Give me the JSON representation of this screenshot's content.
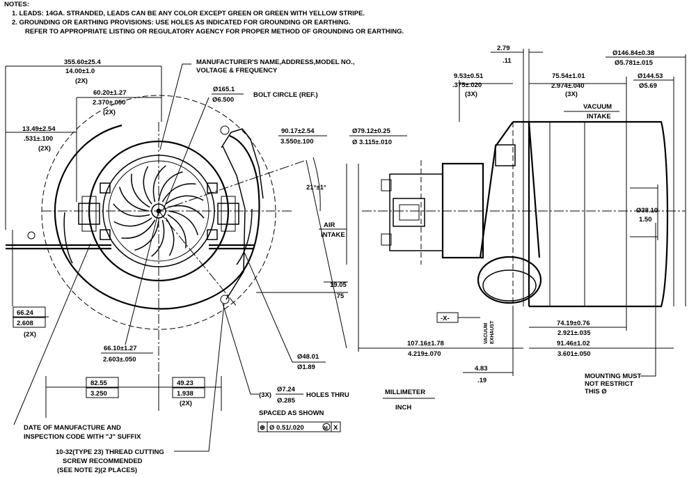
{
  "notes": {
    "header": "NOTES:",
    "line1": "1. LEADS: 14GA. STRANDED, LEADS CAN BE ANY COLOR EXCEPT GREEN OR GREEN WITH YELLOW STRIPE.",
    "line2": "2. GROUNDING OR EARTHING PROVISIONS: USE HOLES AS INDICATED FOR GROUNDING OR EARTHING.",
    "line3": "REFER TO APPROPRIATE LISTING OR REGULATORY AGENCY FOR PROPER METHOD OF GROUNDING OR EARTHING."
  },
  "front_view": {
    "dim_overall_mm": "355.60±25.4",
    "dim_overall_in": "14.00±1.0",
    "dim_overall_qty": "(2X)",
    "dim_lead_mm": "60.20±1.27",
    "dim_lead_in": "2.370±.050",
    "dim_lead_qty": "(2X)",
    "dim_strip_mm": "13.49±2.54",
    "dim_strip_in": ".531±.100",
    "dim_strip_qty": "(2X)",
    "mfr_label_1": "MANUFACTURER'S NAME,ADDRESS,MODEL NO.,",
    "mfr_label_2": "VOLTAGE & FREQUENCY",
    "bolt_circle_mm": "ø165.1",
    "bolt_circle_in": "ø6.500",
    "bolt_circle_label": "BOLT CIRCLE (REF.)",
    "dim_offset_mm": "90.17±2.54",
    "dim_offset_in": "3.550±.100",
    "angle": "21°±1°",
    "air_intake_1": "AIR",
    "air_intake_2": "INTAKE",
    "dim_exhaust_mm": "19.05",
    "dim_exhaust_in": ".75",
    "dim_bottom_mm": "66.24",
    "dim_bottom_in": "2.608",
    "dim_bottom_qty": "(2X)",
    "dim_hole_mm": "66.10±1.27",
    "dim_hole_in": "2.603±.050",
    "dim_dia48_mm": "ø48.01",
    "dim_dia48_in": "ø1.89",
    "dim_8255_mm": "82.55",
    "dim_8255_in": "3.250",
    "dim_4923_mm": "49.23",
    "dim_4923_in": "1.938",
    "dim_4923_qty": "(2X)",
    "holes_qty": "(3X)",
    "holes_mm": "ø7.24",
    "holes_in": "ø.285",
    "holes_label": "HOLES THRU",
    "holes_spacing": "SPACED AS SHOWN",
    "tol_symbol": "⊕",
    "tol_value": "ø 0.51/.020",
    "tol_mod": "M",
    "tol_datum": "X",
    "date_note_1": "DATE OF MANUFACTURE AND",
    "date_note_2": "INSPECTION CODE WITH \"J\" SUFFIX",
    "screw_note_1": "10-32(TYPE 23) THREAD CUTTING",
    "screw_note_2": "SCREW RECOMMENDED",
    "screw_note_3": "(SEE NOTE 2)(2 PLACES)"
  },
  "units_legend": {
    "top": "MILLIMETER",
    "bottom": "INCH"
  },
  "side_view": {
    "dim_279_mm": "2.79",
    "dim_279_in": ".11",
    "dim_953_mm": "9.53±0.51",
    "dim_953_in": ".375±.020",
    "dim_953_qty": "(3X)",
    "dim_7554_mm": "75.54±1.01",
    "dim_7554_in": "2.974±.040",
    "dim_7554_qty": "(3X)",
    "dim_14684_mm": "ø146.84±0.38",
    "dim_14684_in": "ø5.781±.015",
    "dim_14453_mm": "ø144.53",
    "dim_14453_in": "ø5.69",
    "vacuum_intake_1": "VACUUM",
    "vacuum_intake_2": "INTAKE",
    "dim_7912_mm": "ø79.12±0.25",
    "dim_7912_in": "ø 3.115±.010",
    "dim_3810_mm": "ø38.10",
    "dim_3810_in": "1.50",
    "datum_x": "-X-",
    "vacuum_exhaust_1": "VACUUM",
    "vacuum_exhaust_2": "EXHAUST",
    "dim_7419_mm": "74.19±0.76",
    "dim_7419_in": "2.921±.035",
    "dim_10716_mm": "107.16±1.78",
    "dim_10716_in": "4.219±.070",
    "dim_9146_mm": "91.46±1.02",
    "dim_9146_in": "3.601±.050",
    "dim_483_mm": "4.83",
    "dim_483_in": ".19",
    "mount_note_1": "MOUNTING MUST",
    "mount_note_2": "NOT RESTRICT",
    "mount_note_3": "THIS ø"
  }
}
